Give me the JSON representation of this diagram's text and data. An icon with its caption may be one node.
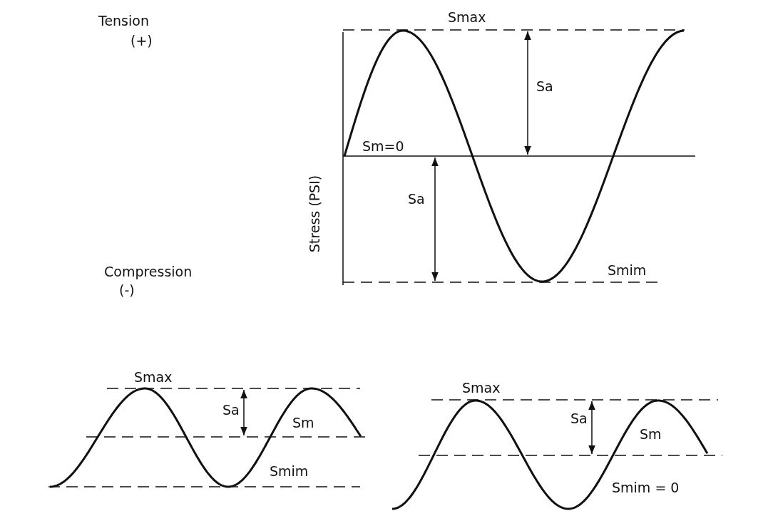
{
  "diagram": {
    "labels": [
      "Tension",
      "(+)",
      "Smax",
      "Sa",
      "Stress (PSI)",
      "Sm=0",
      "Sa",
      "Compression",
      "(-)",
      "Smim",
      "Smax",
      "Sa",
      "Sm",
      "Smim",
      "Smax",
      "Sa",
      "Sm",
      "Smim = 0"
    ]
  }
}
